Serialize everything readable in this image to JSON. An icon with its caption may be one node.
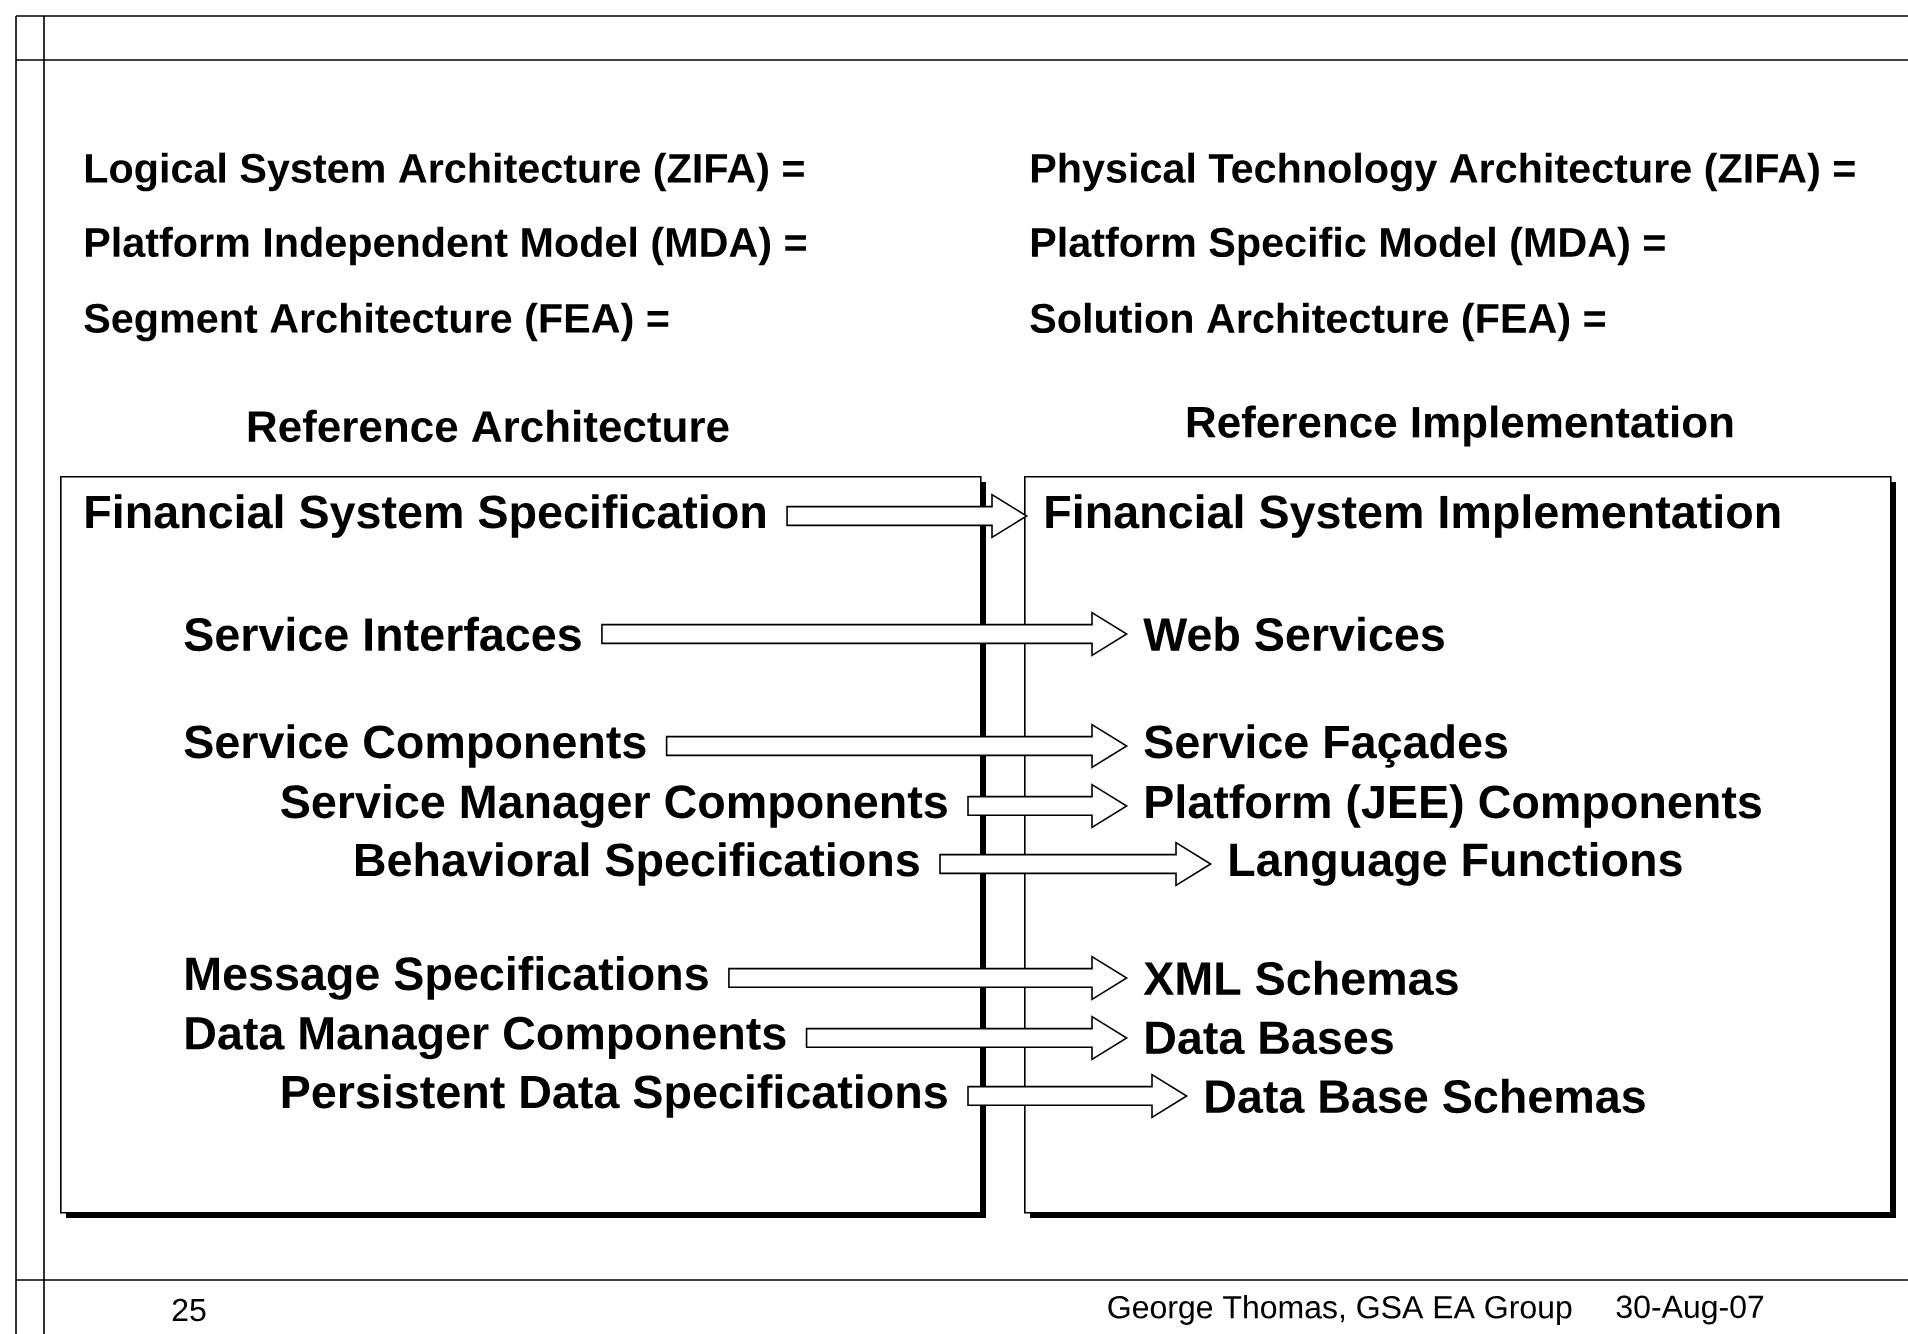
{
  "diagram": {
    "nodes": [
      {
        "text": [
          "Reference Architecture"
        ]
      },
      {
        "text": [
          "Financial System Specification"
        ],
        "in": 0
      },
      {
        "text": [
          "Service Interfaces"
        ],
        "in": 0
      },
      {
        "text": [
          "Service Components"
        ],
        "in": 0
      },
      {
        "text": [
          "Service Manager Components"
        ],
        "in": 0
      },
      {
        "text": [
          "Behavioral Specifications"
        ],
        "in": 0
      },
      {
        "text": [
          "Message Specifications"
        ],
        "in": 0
      },
      {
        "text": [
          "Data Manager Components"
        ],
        "in": 0
      },
      {
        "text": [
          "Persistent Data Specifications"
        ],
        "in": 0
      },
      {
        "text": [
          "Reference Implementation"
        ]
      },
      {
        "text": [
          "Financial System Implementation"
        ],
        "in": 9
      },
      {
        "text": [
          "Web Services"
        ],
        "in": 9
      },
      {
        "text": [
          "Service Façades"
        ],
        "in": 9
      },
      {
        "text": [
          "Platform (JEE) Components"
        ],
        "in": 9
      },
      {
        "text": [
          "Language Functions"
        ],
        "in": 9
      },
      {
        "text": [
          "XML Schemas"
        ],
        "in": 9
      },
      {
        "text": [
          "Data Bases"
        ],
        "in": 9
      },
      {
        "text": [
          "Data Base Schemas"
        ],
        "in": 9
      }
    ],
    "edges": [
      {
        "from": 1,
        "to": 10,
        "arrow": "to"
      },
      {
        "from": 2,
        "to": 11,
        "arrow": "to"
      },
      {
        "from": 3,
        "to": 12,
        "arrow": "to"
      },
      {
        "from": 4,
        "to": 13,
        "arrow": "to"
      },
      {
        "from": 5,
        "to": 14,
        "arrow": "to"
      },
      {
        "from": 6,
        "to": 15,
        "arrow": "to"
      },
      {
        "from": 7,
        "to": 16,
        "arrow": "to"
      },
      {
        "from": 8,
        "to": 17,
        "arrow": "to"
      }
    ],
    "labels": [
      "Logical System Architecture (ZIFA) =",
      "Physical Technology Architecture (ZIFA) =",
      "Platform Independent Model (MDA) =",
      "Platform Specific Model (MDA) =",
      "Segment Architecture (FEA) =",
      "Solution Architecture (FEA) =",
      "25",
      "George Thomas, GSA EA Group",
      "30-Aug-07"
    ]
  }
}
